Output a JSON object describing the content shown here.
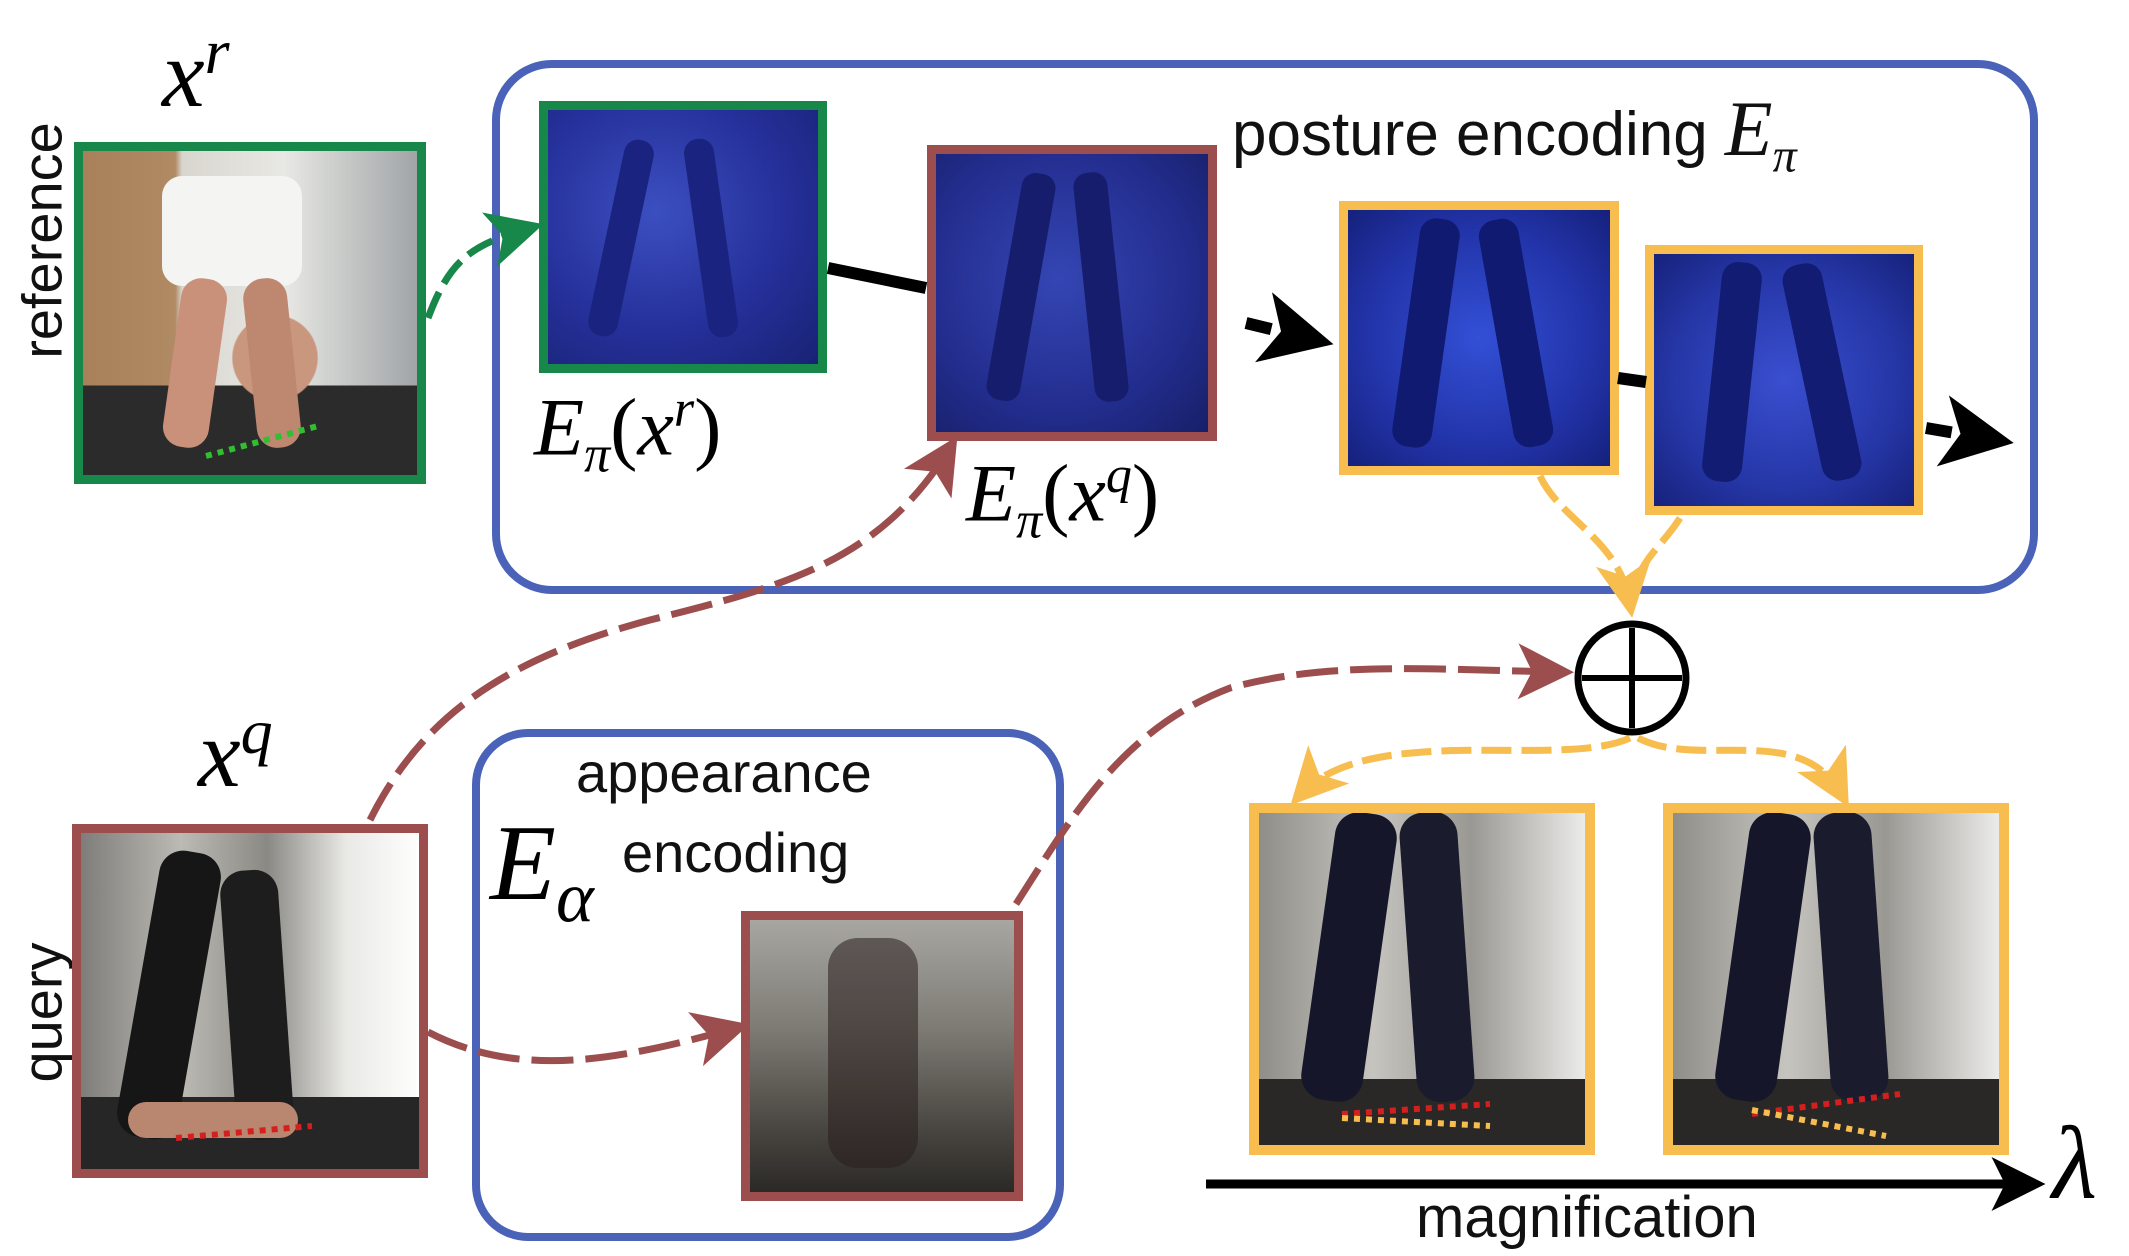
{
  "labels": {
    "reference": "reference",
    "query": "query",
    "xr_base": "x",
    "xr_sup": "r",
    "xq_base": "x",
    "xq_sup": "q",
    "posture_text": "posture encoding",
    "posture_sym_base": "E",
    "posture_sym_sub": "π",
    "appearance_line1": "appearance",
    "appearance_line2": "encoding",
    "appearance_sym_base": "E",
    "appearance_sym_sub": "α",
    "epi_xr": {
      "E": "E",
      "sub": "π",
      "open": "(",
      "x": "x",
      "sup": "r",
      "close": ")"
    },
    "epi_xq": {
      "E": "E",
      "sub": "π",
      "open": "(",
      "x": "x",
      "sup": "q",
      "close": ")"
    },
    "magnification": "magnification",
    "lambda": "λ"
  },
  "colors": {
    "blue_box": "#4a62b7",
    "green": "#17874a",
    "brown": "#9c4e4e",
    "orange": "#f7bd4f",
    "black": "#000000"
  },
  "icons": {
    "combine": "circled-plus-icon"
  }
}
